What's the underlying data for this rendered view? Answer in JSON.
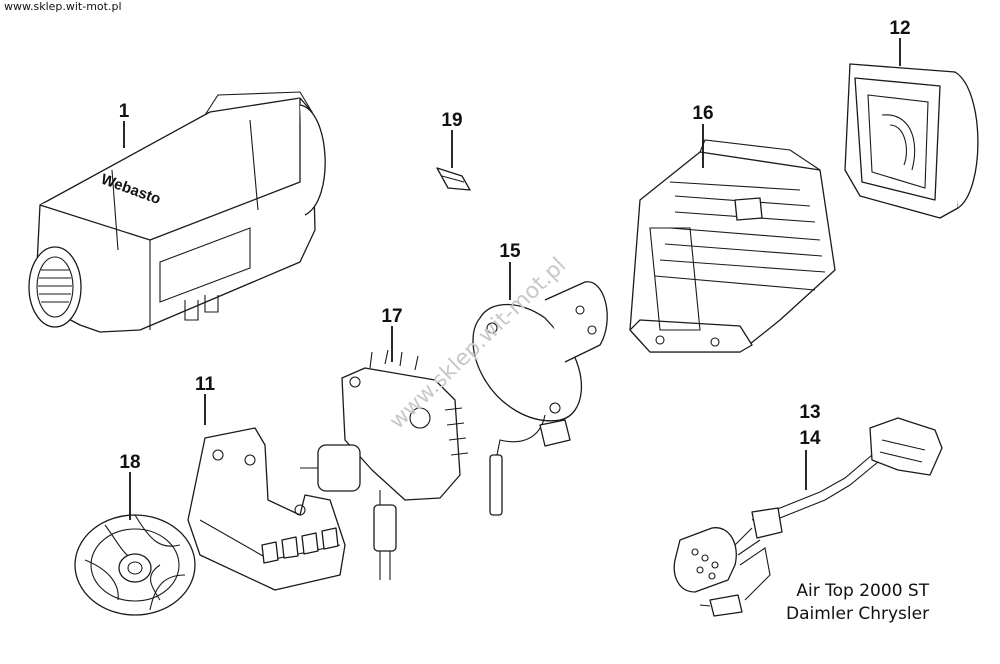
{
  "source_label": "www.sklep.wit-mot.pl",
  "watermark": "www.sklep.wit-mot.pl",
  "brand_logo": "Webasto",
  "caption": {
    "line1": "Air Top 2000 ST",
    "line2": "Daimler Chrysler"
  },
  "part_numbers": {
    "p1": "1",
    "p11": "11",
    "p12": "12",
    "p13": "13",
    "p14": "14",
    "p15": "15",
    "p16": "16",
    "p17": "17",
    "p18": "18",
    "p19": "19"
  }
}
